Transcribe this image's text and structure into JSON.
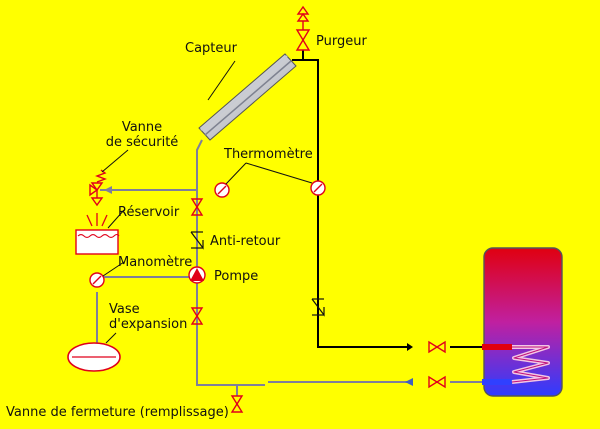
{
  "labels": {
    "capteur": "Capteur",
    "purgeur": "Purgeur",
    "vanne_securite_1": "Vanne",
    "vanne_securite_2": "de sécurité",
    "thermometre": "Thermomètre",
    "reservoir": "Réservoir",
    "anti_retour": "Anti-retour",
    "manometre": "Manomètre",
    "pompe": "Pompe",
    "vase_1": "Vase",
    "vase_2": "d'expansion",
    "vanne_fermeture": "Vanne de fermeture (remplissage)"
  },
  "colors": {
    "background": "#FFFF00",
    "supply_pipe": "#000000",
    "return_pipe": "#7F7F9A",
    "component_red": "#E0001A",
    "arrow_blue": "#4060C0",
    "tank_top": "#E00010",
    "tank_bottom": "#3040FF"
  }
}
